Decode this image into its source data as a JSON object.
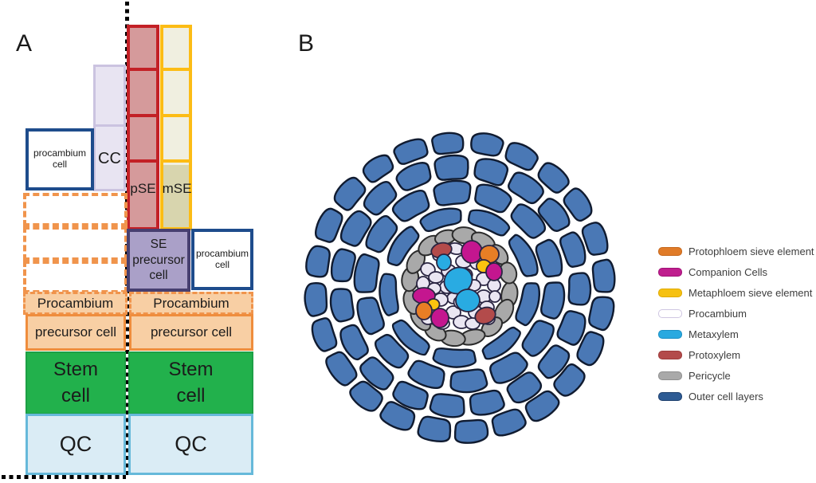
{
  "panel_a": {
    "label": "A",
    "labels": {
      "procambium_line1": "procambium",
      "procambium_line2": "cell",
      "cc": "CC",
      "pse": "pSE",
      "mse": "mSE",
      "se_line1": "SE",
      "se_line2": "precursor",
      "se_line3": "cell",
      "precursor_line1": "Procambium",
      "precursor_line2": "precursor cell",
      "stem_line1": "Stem",
      "stem_line2": "cell",
      "qc": "QC"
    },
    "colors": {
      "pse_fill": "#d59a9b",
      "pse_border": "#c32026",
      "mse_fill": "#f0efe0",
      "mse_fill_bottom": "#d8d5ae",
      "mse_border": "#fcbc15",
      "cc_fill": "#e8e4f2",
      "cc_border": "#cbc3e0",
      "procambium_fill": "#ffffff",
      "procambium_border": "#1e4c8c",
      "dashed_border": "#f0944c",
      "se_fill": "#aaa0c8",
      "se_border": "#473f70",
      "precursor_fill": "#f8cfa4",
      "precursor_border": "#ef8d3d",
      "stem_fill": "#22b14c",
      "stem_border": "#1da046",
      "qc_fill": "#daecf5",
      "qc_border": "#66b9da"
    }
  },
  "panel_b": {
    "label": "B",
    "legend": [
      {
        "id": "protophloem",
        "label": "Protophloem sieve element",
        "color": "#e07b28",
        "border": "#c5671c"
      },
      {
        "id": "companion",
        "label": "Companion Cells",
        "color": "#bf1e8e",
        "border": "#a11277"
      },
      {
        "id": "metaphloem",
        "label": "Metaphloem sieve element",
        "color": "#f6c112",
        "border": "#dfa900"
      },
      {
        "id": "procambium",
        "label": "Procambium",
        "color": "#ffffff",
        "border": "#cfc6e2"
      },
      {
        "id": "metaxylem",
        "label": "Metaxylem",
        "color": "#29a9e0",
        "border": "#1b8fc4"
      },
      {
        "id": "protoxylem",
        "label": "Protoxylem",
        "color": "#b34a4a",
        "border": "#9c3a3a"
      },
      {
        "id": "pericycle",
        "label": "Pericycle",
        "color": "#a9a9a9",
        "border": "#8f8f8f"
      },
      {
        "id": "outer",
        "label": "Outer cell layers",
        "color": "#2d5b94",
        "border": "#1d3f6e"
      }
    ],
    "colors": {
      "outer_fill": "#4a78b5",
      "outline": "#101b30",
      "pericycle_fill": "#a9a9a9",
      "pericycle_outline": "#2b2b2b",
      "procambium_fill": "#eae6f2",
      "stele_outline": "#2a2542",
      "metaxylem": "#29abe2",
      "companion": "#c4168f",
      "protophloem": "#e87e25",
      "metaphloem": "#fcc30f",
      "protoxylem": "#b34b4b"
    }
  }
}
